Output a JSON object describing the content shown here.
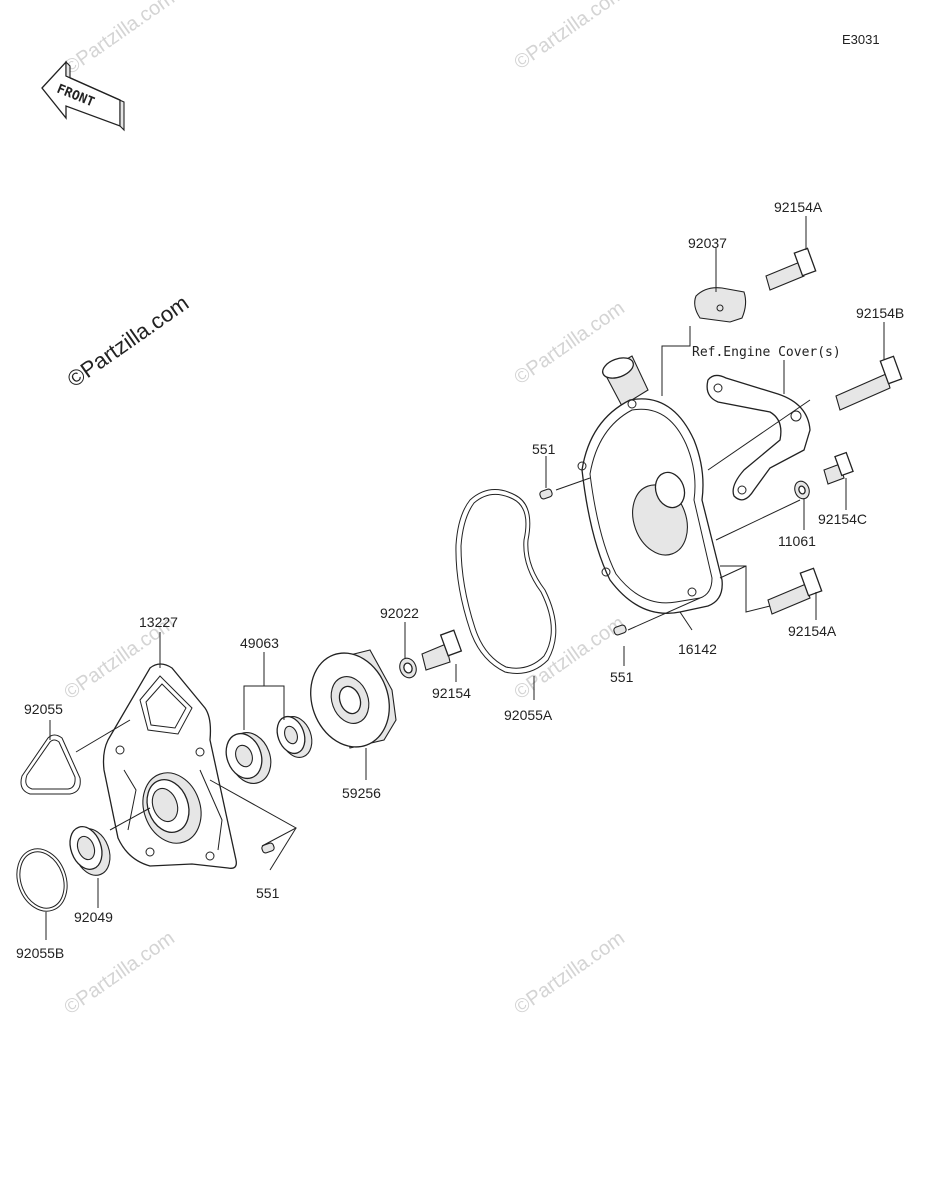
{
  "diagram_code": "E3031",
  "front_arrow_label": "FRONT",
  "watermark_main": "©Partzilla.com",
  "watermark_faint": "©Partzilla.com",
  "reference_note": "Ref.Engine Cover(s)",
  "parts": {
    "p13227": "13227",
    "p92055": "92055",
    "p49063": "49063",
    "p92022": "92022",
    "p92154": "92154",
    "p92055A": "92055A",
    "p59256": "59256",
    "p551_left": "551",
    "p92049": "92049",
    "p92055B": "92055B",
    "p551_mid": "551",
    "p551_right": "551",
    "p16142": "16142",
    "p92154A_top": "92154A",
    "p92154A_bottom": "92154A",
    "p92037": "92037",
    "p92154B": "92154B",
    "p92154C": "92154C",
    "p11061": "11061"
  }
}
